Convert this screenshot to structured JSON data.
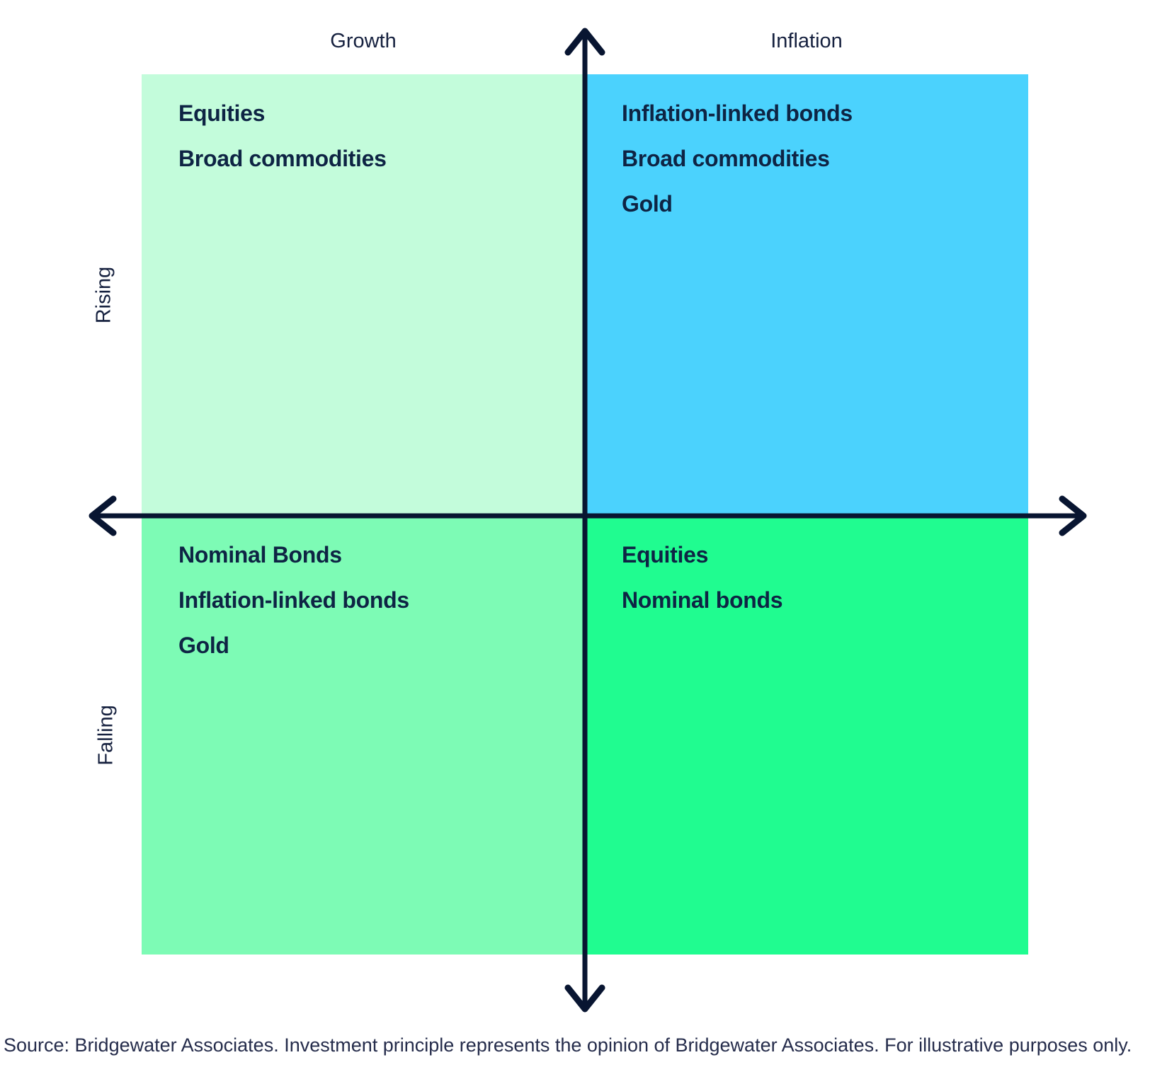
{
  "axes": {
    "x_positive_label": "Inflation",
    "x_negative_label": "Growth",
    "top_label_left": "Growth",
    "top_label_right": "Inflation",
    "side_label_top": "Rising",
    "side_label_bottom": "Falling"
  },
  "quadrants": {
    "growth_rising": {
      "name": "Growth Rising",
      "bg": "#c3fcdb",
      "items": [
        "Equities",
        "Broad commodities"
      ]
    },
    "inflation_rising": {
      "name": "Inflation Rising",
      "bg": "#4bd2fd",
      "items": [
        "Inflation-linked bonds",
        "Broad commodities",
        "Gold"
      ]
    },
    "growth_falling": {
      "name": "Growth Falling",
      "bg": "#7dfbb5",
      "items": [
        "Nominal Bonds",
        "Inflation-linked bonds",
        "Gold"
      ]
    },
    "inflation_falling": {
      "name": "Inflation Falling",
      "bg": "#20fc90",
      "items": [
        "Equities",
        "Nominal bonds"
      ]
    }
  },
  "source_note": "Source: Bridgewater Associates. Investment principle represents the opinion of Bridgewater Associates. For illustrative purposes only.",
  "colors": {
    "axis": "#081531",
    "item_text": "#0e2444",
    "label_text": "#16213f",
    "source_text": "#252c4b",
    "quad_growth_rising": "#c3fcdb",
    "quad_inflation_rising": "#4bd2fd",
    "quad_growth_falling": "#7dfbb5",
    "quad_inflation_falling": "#20fc90"
  }
}
